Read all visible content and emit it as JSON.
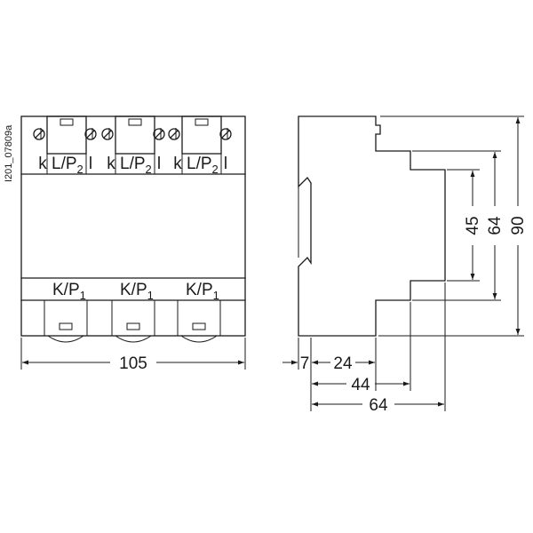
{
  "drawing_code": "I201_07809a",
  "front_view": {
    "top_terminals": [
      {
        "k": "k",
        "lp": "L/P",
        "lp_sub": "2",
        "l": "l"
      },
      {
        "k": "k",
        "lp": "L/P",
        "lp_sub": "2",
        "l": "l"
      },
      {
        "k": "k",
        "lp": "L/P",
        "lp_sub": "2",
        "l": "l"
      }
    ],
    "bottom_terminals": [
      {
        "kp": "K/P",
        "kp_sub": "1"
      },
      {
        "kp": "K/P",
        "kp_sub": "1"
      },
      {
        "kp": "K/P",
        "kp_sub": "1"
      }
    ],
    "width_dim": "105"
  },
  "side_view": {
    "dims": {
      "front_depth": "7",
      "depth_24": "24",
      "depth_44": "44",
      "depth_64": "64",
      "height_45": "45",
      "height_64": "64",
      "height_90": "90"
    }
  }
}
